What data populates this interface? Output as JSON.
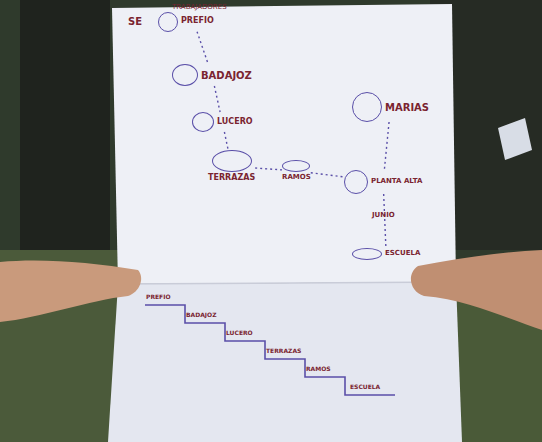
{
  "diagram": {
    "nodes": [
      {
        "text": [
          "TRABAJADORES",
          "PREFIO"
        ]
      },
      {
        "text": [
          "BADAJOZ"
        ]
      },
      {
        "text": [
          "LUCERO"
        ]
      },
      {
        "text": [
          "TERRAZAS"
        ]
      },
      {
        "text": [
          "RAMOS"
        ]
      },
      {
        "text": [
          "MARIAS"
        ]
      },
      {
        "text": [
          "PLANTA ALTA"
        ]
      },
      {
        "text": [
          "ESCUELA"
        ]
      }
    ],
    "edges": [
      {
        "from": 0,
        "to": 1,
        "arrow": "none"
      },
      {
        "from": 1,
        "to": 2,
        "arrow": "none"
      },
      {
        "from": 2,
        "to": 3,
        "arrow": "none"
      },
      {
        "from": 3,
        "to": 4,
        "arrow": "none"
      },
      {
        "from": 4,
        "to": 6,
        "arrow": "none"
      },
      {
        "from": 5,
        "to": 6,
        "arrow": "none"
      },
      {
        "from": 6,
        "to": 7,
        "arrow": "none"
      }
    ],
    "labels": [
      "SE",
      "JUNIO",
      "PREFIO",
      "BADAJOZ",
      "LUCERO",
      "TERRAZAS",
      "RAMOS",
      "ESCUELA"
    ]
  }
}
